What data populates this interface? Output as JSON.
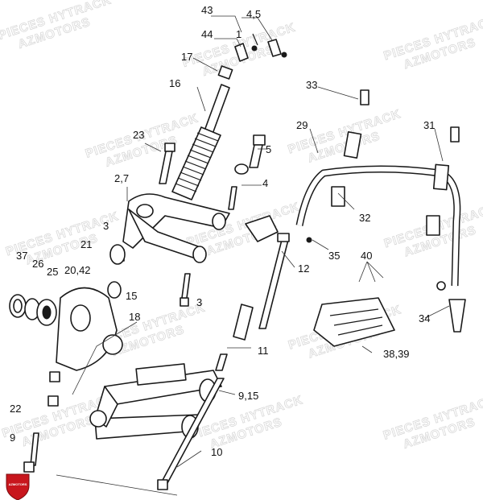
{
  "watermark": {
    "line1": "PIECES HYTRACK",
    "line2": "AZMOTORS"
  },
  "callouts": {
    "n43": "43",
    "n45": "4,5",
    "n44": "44",
    "n1": "1",
    "n17": "17",
    "n16": "16",
    "n33": "33",
    "n29": "29",
    "n31": "31",
    "n23": "23",
    "n5": "5",
    "n4": "4",
    "n27": "2,7",
    "n32": "32",
    "n3a": "3",
    "n35": "35",
    "n12": "12",
    "n40": "40",
    "n21": "21",
    "n37": "37",
    "n26": "26",
    "n25": "25",
    "n2042": "20,42",
    "n15": "15",
    "n3b": "3",
    "n18": "18",
    "n34": "34",
    "n11": "11",
    "n3839": "38,39",
    "n915": "9,15",
    "n22": "22",
    "n9": "9",
    "n10": "10"
  },
  "logo": {
    "text": "AZMOTORS"
  }
}
